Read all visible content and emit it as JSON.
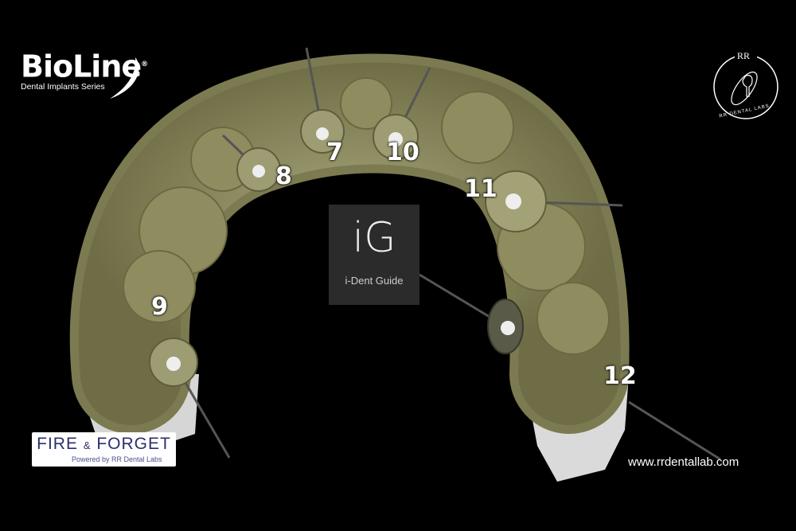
{
  "logos": {
    "bioline": {
      "name": "BioLine",
      "registered": "®",
      "subtitle": "Dental Implants Series"
    },
    "rr_dental": {
      "initials": "RR",
      "name": "RR DENTAL LABS"
    },
    "ident": {
      "mark": "iG",
      "caption": "i-Dent Guide"
    },
    "fire_forget": {
      "title_a": "FIRE",
      "amp": "&",
      "title_b": "FORGET",
      "subtitle": "Powered by RR Dental Labs"
    }
  },
  "implant_labels": [
    "7",
    "8",
    "10",
    "11",
    "9",
    "12"
  ],
  "website": "www.rrdentallab.com",
  "colors": {
    "guide": "#8e8c5f",
    "sleeve": "#9a9870",
    "bone": "#d8d8d8",
    "background": "#000000"
  }
}
